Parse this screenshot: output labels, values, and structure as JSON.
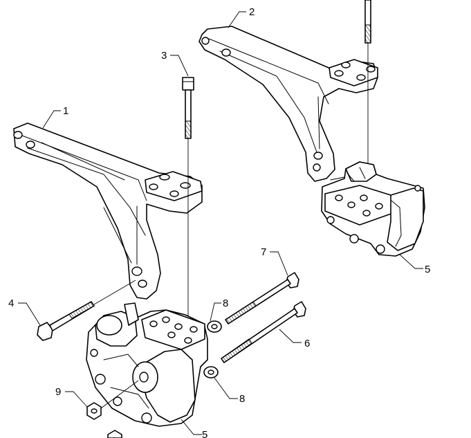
{
  "diagram": {
    "callouts": [
      {
        "id": "c1",
        "text": "1"
      },
      {
        "id": "c2",
        "text": "2"
      },
      {
        "id": "c3",
        "text": "3"
      },
      {
        "id": "c4",
        "text": "4"
      },
      {
        "id": "c5a",
        "text": "5"
      },
      {
        "id": "c5b",
        "text": "5"
      },
      {
        "id": "c6",
        "text": "6"
      },
      {
        "id": "c7",
        "text": "7"
      },
      {
        "id": "c8a",
        "text": "8"
      },
      {
        "id": "c8b",
        "text": "8"
      },
      {
        "id": "c9",
        "text": "9"
      }
    ]
  }
}
